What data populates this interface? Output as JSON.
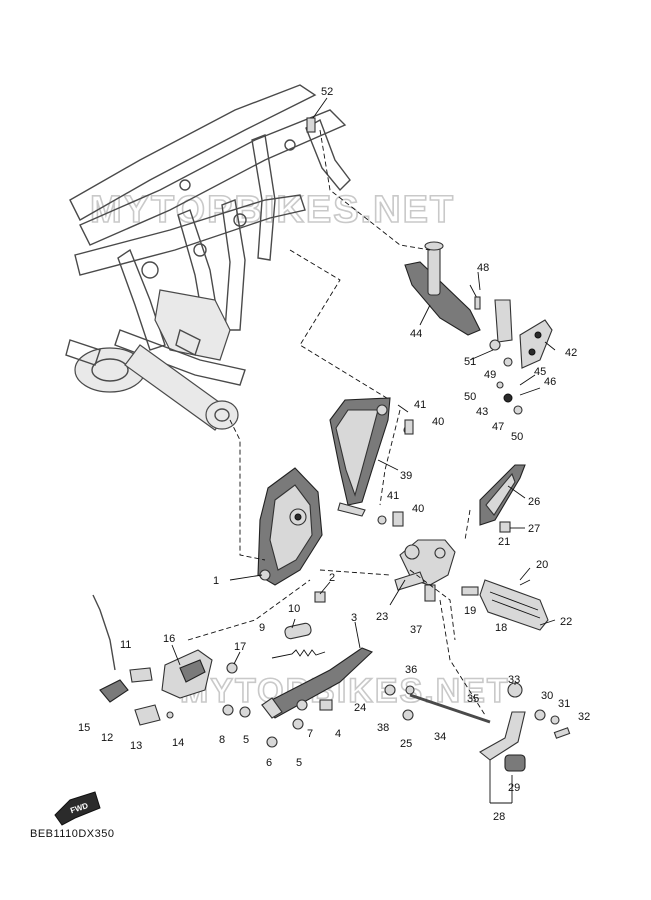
{
  "watermark": {
    "top": "MYTOPBIKES.NET",
    "bottom": "MYTOPBIKES.NET"
  },
  "reference_code": "BEB1110DX350",
  "fwd_label": "FWD",
  "callouts": [
    "52",
    "48",
    "44",
    "42",
    "51",
    "49",
    "45",
    "46",
    "50",
    "43",
    "47",
    "50",
    "41",
    "40",
    "39",
    "41",
    "40",
    "26",
    "27",
    "21",
    "20",
    "1",
    "2",
    "23",
    "37",
    "19",
    "18",
    "22",
    "3",
    "10",
    "9",
    "16",
    "17",
    "11",
    "36",
    "33",
    "15",
    "12",
    "13",
    "14",
    "8",
    "5",
    "7",
    "4",
    "24",
    "38",
    "25",
    "34",
    "35",
    "30",
    "31",
    "32",
    "6",
    "5",
    "29",
    "28"
  ]
}
